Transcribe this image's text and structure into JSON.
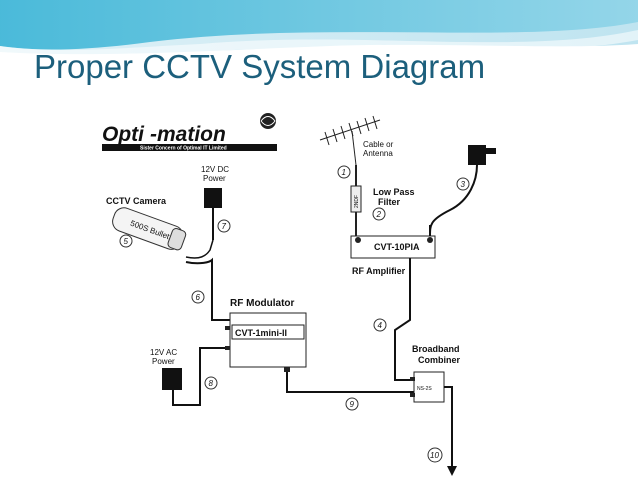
{
  "slide": {
    "title": "Proper CCTV System Diagram"
  },
  "logo": {
    "name_part1": "Opti",
    "name_part2": "-mation",
    "tagline": "Sister Concern of Optimal IT Limited"
  },
  "components": {
    "camera": "CCTV Camera",
    "camera_model": "500S Bullet",
    "dc_power": "12V DC\nPower",
    "ac_power": "12V AC\nPower",
    "antenna": "Cable or\nAntenna",
    "filter": "Low Pass\nFilter",
    "filter_id": "2NDF",
    "amplifier_model": "CVT-10PIA",
    "amplifier": "RF Amplifier",
    "modulator": "RF Modulator",
    "modulator_model": "CVT-1mini-II",
    "combiner": "Broadband\nCombiner",
    "combiner_model": "NS-2S"
  },
  "callouts": [
    "1",
    "2",
    "3",
    "4",
    "5",
    "6",
    "7",
    "8",
    "9",
    "10"
  ],
  "colors": {
    "title": "#1c5f7c",
    "banner_light": "#cfe9f2",
    "banner_mid": "#8fd0e3",
    "banner_dark": "#2aa3c6"
  }
}
